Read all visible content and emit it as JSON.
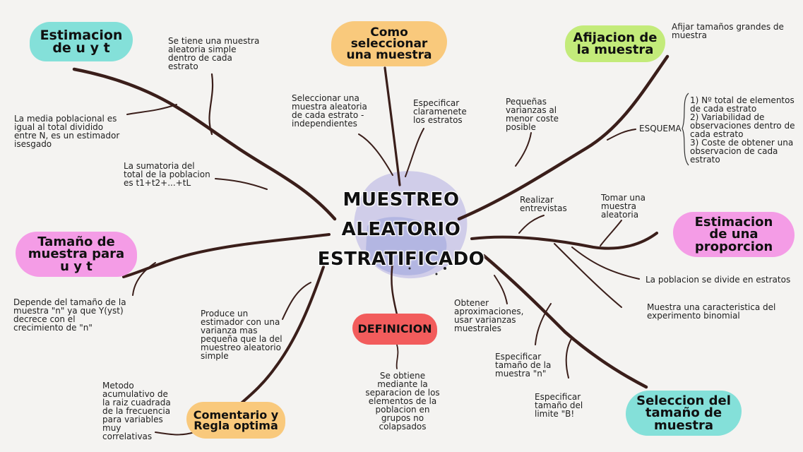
{
  "center": {
    "line1": "MUESTREO",
    "line2": "ALEATORIO",
    "line3": "ESTRATIFICADO"
  },
  "nodes": {
    "estimacion_uyt": {
      "line1": "Estimacion",
      "line2": "de u y t",
      "color": "#84e0d9"
    },
    "como_seleccionar": {
      "line1": "Como",
      "line2": "seleccionar",
      "line3": "una muestra",
      "color": "#f9c97c"
    },
    "afijacion": {
      "line1": "Afijacion de",
      "line2": "la muestra",
      "color": "#c3eb7a"
    },
    "tamano_muestra": {
      "line1": "Tamaño de",
      "line2": "muestra para",
      "line3": "u y t",
      "color": "#f49ce6"
    },
    "estimacion_proporcion": {
      "line1": "Estimacion",
      "line2": "de una",
      "line3": "proporcion",
      "color": "#f49ce6"
    },
    "definicion": {
      "line1": "DEFINICION",
      "color": "#f25c5c"
    },
    "comentario": {
      "line1": "Comentario y",
      "line2": "Regla optima",
      "color": "#f9c97c"
    },
    "seleccion_tamano": {
      "line1": "Seleccion del",
      "line2": "tamaño de",
      "line3": "muestra",
      "color": "#84e0d9"
    }
  },
  "notes": {
    "muestra_aleatoria": [
      "Se tiene una muestra",
      "aleatoria simple",
      "dentro de cada",
      "estrato"
    ],
    "media_poblacional": [
      "La media poblacional es",
      "igual al total dividido",
      "entre N, es un estimador",
      "isesgado"
    ],
    "sumatoria": [
      "La sumatoria del",
      "total de la poblacion",
      "es t1+t2+...+tL"
    ],
    "seleccionar_muestra": [
      "Seleccionar una",
      "muestra aleatoria",
      "de cada estrato -",
      "independientes"
    ],
    "especificar_estratos": [
      "Especificar",
      "claramenete",
      "los estratos"
    ],
    "pequenas_varianzas": [
      "Pequeñas",
      "varianzas al",
      "menor coste",
      "posible"
    ],
    "afijar": [
      "Afijar tamaños grandes de",
      "muestra"
    ],
    "esquema_label": "ESQUEMA",
    "esquema_items": [
      "1) Nº total de elementos",
      "de cada estrato",
      "2) Variabilidad de",
      "observaciones dentro de",
      "cada estrato",
      "3) Coste de obtener una",
      "observacion de cada",
      "estrato"
    ],
    "realizar_entrevistas": [
      "Realizar",
      "entrevistas"
    ],
    "tomar_muestra": [
      "Tomar una",
      "muestra",
      "aleatoria"
    ],
    "poblacion_divide": [
      "La poblacion se divide en estratos"
    ],
    "caracteristica_binomial": [
      "Muestra una caracteristica del",
      "experimento binomial"
    ],
    "depende_tamano": [
      "Depende del tamaño de la",
      "muestra \"n\" ya que Y(yst)",
      "decrece con el",
      "crecimiento de \"n\""
    ],
    "produce_estimador": [
      "Produce un",
      "estimador con una",
      "varianza mas",
      "pequeña que la del",
      "muestreo aleatorio",
      "simple"
    ],
    "obtener_aproximaciones": [
      "Obtener",
      "aproximaciones,",
      "usar varianzas",
      "muestrales"
    ],
    "especificar_n": [
      "Especificar",
      "tamaño de la",
      "muestra \"n\""
    ],
    "especificar_limite": [
      "Especificar",
      "tamaño del",
      "limite \"B!"
    ],
    "se_obtiene": [
      "Se obtiene",
      "mediante la",
      "separacion de los",
      "elementos de la",
      "poblacion en",
      "grupos no",
      "colapsados"
    ],
    "metodo_acumulativo": [
      "Metodo",
      "acumulativo de",
      "la raiz cuadrada",
      "de la frecuencia",
      "para variables",
      "muy",
      "correlativas"
    ]
  }
}
